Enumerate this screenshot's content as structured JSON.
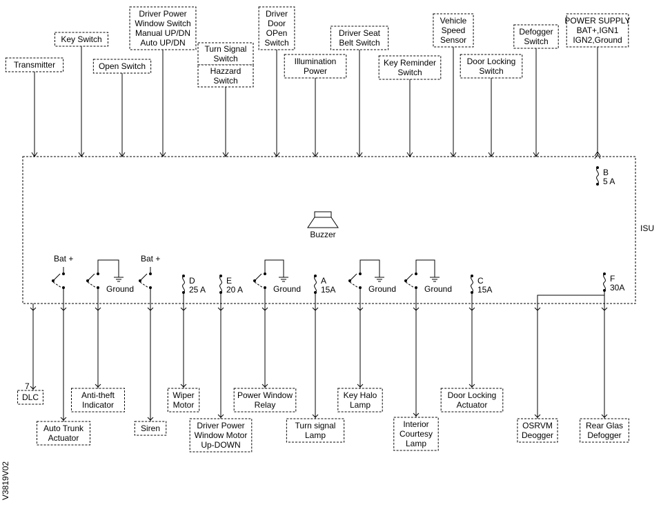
{
  "top_components": [
    {
      "id": "transmitter",
      "lines": [
        "Transmitter"
      ]
    },
    {
      "id": "key-switch",
      "lines": [
        "Key Switch"
      ]
    },
    {
      "id": "open-switch",
      "lines": [
        "Open Switch"
      ]
    },
    {
      "id": "driver-power-window-switch",
      "lines": [
        "Driver Power",
        "Window Switch",
        "Manual UP/DN",
        "Auto UP/DN"
      ]
    },
    {
      "id": "turn-signal-hazard-switch",
      "lines": [
        "Turn Signal",
        "Switch",
        "Hazzard",
        "Switch"
      ]
    },
    {
      "id": "driver-door-open-switch",
      "lines": [
        "Driver",
        "Door",
        "OPen",
        "Switch"
      ]
    },
    {
      "id": "illumination-power",
      "lines": [
        "Illumination",
        "Power"
      ]
    },
    {
      "id": "driver-seat-belt-switch",
      "lines": [
        "Driver Seat",
        "Belt Switch"
      ]
    },
    {
      "id": "key-reminder-switch",
      "lines": [
        "Key Reminder",
        "Switch"
      ]
    },
    {
      "id": "vehicle-speed-sensor",
      "lines": [
        "Vehicle",
        "Speed",
        "Sensor"
      ]
    },
    {
      "id": "door-locking-switch",
      "lines": [
        "Door Locking",
        "Switch"
      ]
    },
    {
      "id": "defogger-switch",
      "lines": [
        "Defogger",
        "Switch"
      ]
    },
    {
      "id": "power-supply",
      "lines": [
        "POWER SUPPLY",
        "BAT+,IGN1",
        "IGN2,Ground"
      ]
    }
  ],
  "bottom_components": [
    {
      "id": "dlc",
      "lines": [
        "DLC"
      ],
      "pin": "7"
    },
    {
      "id": "auto-trunk-actuator",
      "lines": [
        "Auto Trunk",
        "Actuator"
      ]
    },
    {
      "id": "anti-theft-indicator",
      "lines": [
        "Anti-theft",
        "Indicator"
      ]
    },
    {
      "id": "siren",
      "lines": [
        "Siren"
      ]
    },
    {
      "id": "wiper-motor",
      "lines": [
        "Wiper",
        "Motor"
      ]
    },
    {
      "id": "driver-power-window-motor",
      "lines": [
        "Driver Power",
        "Window Motor",
        "Up-DOWN"
      ]
    },
    {
      "id": "power-window-relay",
      "lines": [
        "Power Window",
        "Relay"
      ]
    },
    {
      "id": "turn-signal-lamp",
      "lines": [
        "Turn signal",
        "Lamp"
      ]
    },
    {
      "id": "key-halo-lamp",
      "lines": [
        "Key Halo",
        "Lamp"
      ]
    },
    {
      "id": "interior-courtesy-lamp",
      "lines": [
        "Interior",
        "Courtesy",
        "Lamp"
      ]
    },
    {
      "id": "door-locking-actuator",
      "lines": [
        "Door Locking",
        "Actuator"
      ]
    },
    {
      "id": "osrvm-deogger",
      "lines": [
        "OSRVM",
        "Deogger"
      ]
    },
    {
      "id": "rear-glas-defogger",
      "lines": [
        "Rear Glas",
        "Defogger"
      ]
    }
  ],
  "isu_label": "ISU",
  "buzzer_label": "Buzzer",
  "fuses": [
    {
      "id": "fuse-b",
      "letter": "B",
      "rating": "5 A"
    },
    {
      "id": "fuse-d",
      "letter": "D",
      "rating": "25 A"
    },
    {
      "id": "fuse-e",
      "letter": "E",
      "rating": "20 A"
    },
    {
      "id": "fuse-a",
      "letter": "A",
      "rating": "15A"
    },
    {
      "id": "fuse-c",
      "letter": "C",
      "rating": "15A"
    },
    {
      "id": "fuse-f",
      "letter": "F",
      "rating": "30A"
    }
  ],
  "relays": [
    {
      "id": "relay-bat-1",
      "label": "Bat +"
    },
    {
      "id": "relay-ground-1",
      "label": "Ground"
    },
    {
      "id": "relay-bat-2",
      "label": "Bat +"
    },
    {
      "id": "relay-ground-2",
      "label": "Ground"
    },
    {
      "id": "relay-ground-3",
      "label": "Ground"
    },
    {
      "id": "relay-ground-4",
      "label": "Ground"
    }
  ],
  "figure_code": "V3819V02"
}
